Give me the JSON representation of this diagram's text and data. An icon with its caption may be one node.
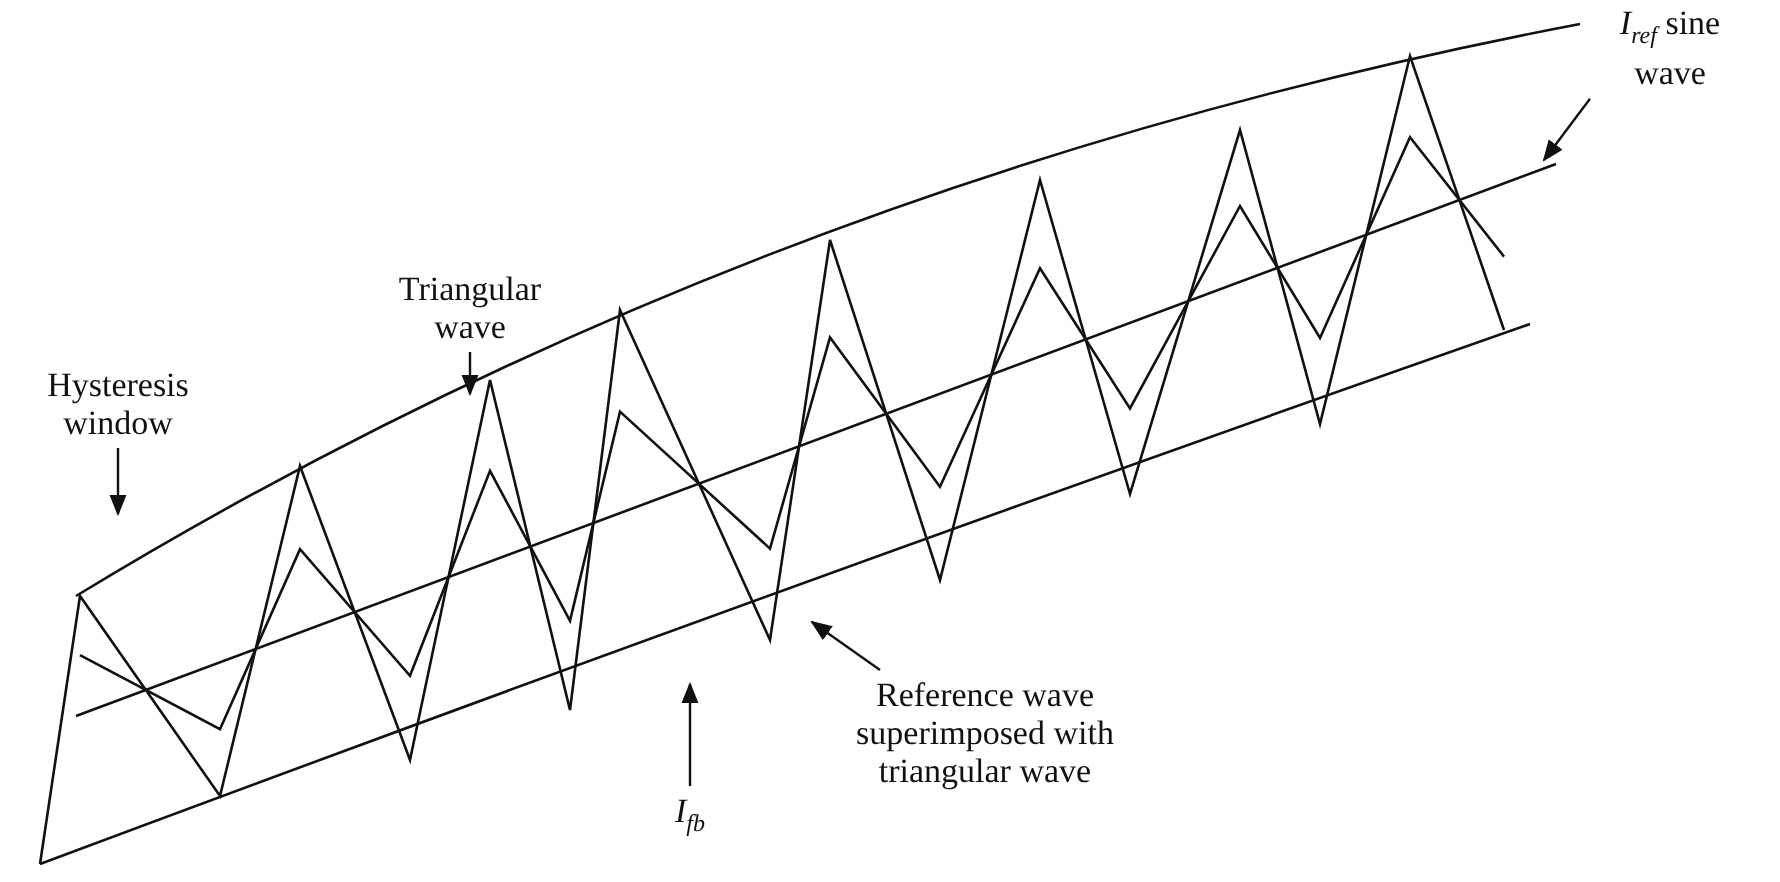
{
  "diagram": {
    "nodes": [
      {
        "text": [
          "Hysteresis window"
        ]
      },
      {
        "text": [
          "Triangular wave"
        ]
      },
      {
        "text": [
          "*I*$_{ref}$ sine wave"
        ]
      },
      {
        "text": [
          "*I*$_{fb}$"
        ]
      },
      {
        "text": [
          "Reference wave superimposed with triangular wave"
        ]
      }
    ],
    "edges": [
      {
        "from": 0,
        "to": null,
        "arrow": "to"
      },
      {
        "from": 1,
        "to": null,
        "arrow": "to"
      },
      {
        "from": 2,
        "to": null,
        "arrow": "to"
      },
      {
        "from": 3,
        "to": null,
        "arrow": "to"
      },
      {
        "from": 4,
        "to": null,
        "arrow": "to"
      }
    ]
  }
}
